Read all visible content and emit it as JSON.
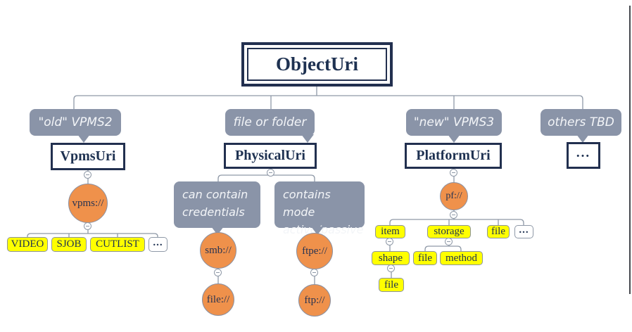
{
  "root_label": "ObjectUri",
  "branch_vpms": {
    "callout": "\"old\" VPMS2",
    "title": "VpmsUri",
    "scheme": "vpms://",
    "types": [
      "VIDEO",
      "SJOB",
      "CUTLIST",
      "..."
    ]
  },
  "branch_physical": {
    "callout": "file or folder",
    "title": "PhysicalUri",
    "note_credentials": "can contain credentials",
    "note_mode": "contains mode active/passive",
    "scheme_smb": "smb://",
    "scheme_file": "file://",
    "scheme_ftpe": "ftpe://",
    "scheme_ftp": "ftp://"
  },
  "branch_platform": {
    "callout": "\"new\" VPMS3",
    "title": "PlatformUri",
    "scheme": "pf://",
    "item": "item",
    "storage": "storage",
    "file": "file",
    "more": "...",
    "shape": "shape",
    "storage_file": "file",
    "method": "method",
    "shape_file": "file"
  },
  "branch_others": {
    "callout": "others TBD",
    "box_label": "..."
  },
  "colors": {
    "accent_navy": "#1f3050",
    "callout_slate": "#8a94a8",
    "circle_orange": "#ef914b",
    "leaf_yellow": "#ffff00",
    "connector_gray": "#8f99a7"
  }
}
